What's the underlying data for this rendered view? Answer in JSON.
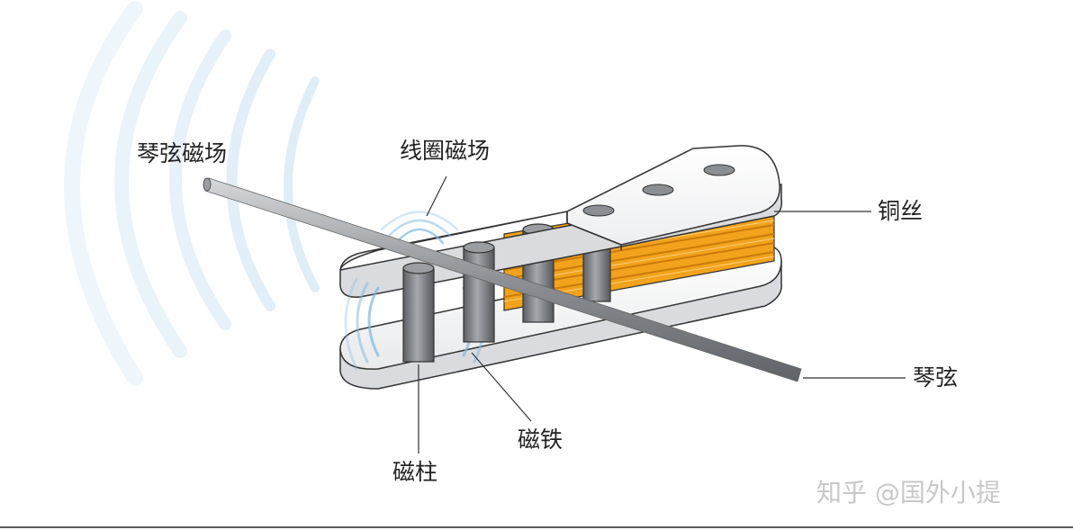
{
  "labels": {
    "string_field": "琴弦磁场",
    "coil_field": "线圈磁场",
    "copper_wire": "铜丝",
    "string": "琴弦",
    "magnet": "磁铁",
    "pole_piece": "磁柱"
  },
  "watermark": "知乎 @国外小提",
  "colors": {
    "coil": "#f2a21c",
    "coil_dark": "#c97a08",
    "pole": "#7a7d82",
    "field_wave": "#9ec9e8",
    "outline": "#333333"
  }
}
